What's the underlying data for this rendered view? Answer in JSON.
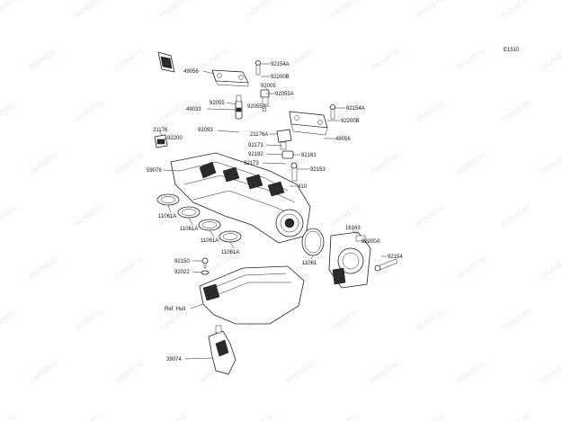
{
  "diagram": {
    "code": "E1510",
    "watermark": "motod.ru",
    "labels": [
      {
        "id": "49056-top",
        "text": "49056"
      },
      {
        "id": "92154A-top",
        "text": "92154A"
      },
      {
        "id": "92200B-top",
        "text": "92200B"
      },
      {
        "id": "92005",
        "text": "92005"
      },
      {
        "id": "92055A-a",
        "text": "92055A"
      },
      {
        "id": "92055",
        "text": "92055"
      },
      {
        "id": "49033",
        "text": "49033"
      },
      {
        "id": "92055A-b",
        "text": "92055A"
      },
      {
        "id": "92154A-right",
        "text": "92154A"
      },
      {
        "id": "92200B-right",
        "text": "92200B"
      },
      {
        "id": "49056-right",
        "text": "49056"
      },
      {
        "id": "21176",
        "text": "21176"
      },
      {
        "id": "92200",
        "text": "92200"
      },
      {
        "id": "92093",
        "text": "92093"
      },
      {
        "id": "21176A",
        "text": "21176A"
      },
      {
        "id": "92173-a",
        "text": "92173"
      },
      {
        "id": "92192",
        "text": "92192"
      },
      {
        "id": "92161",
        "text": "92161"
      },
      {
        "id": "92173-b",
        "text": "92173"
      },
      {
        "id": "92153",
        "text": "92153"
      },
      {
        "id": "59076",
        "text": "59076"
      },
      {
        "id": "410",
        "text": "410"
      },
      {
        "id": "11061A-a",
        "text": "11061A"
      },
      {
        "id": "11061A-b",
        "text": "11061A"
      },
      {
        "id": "11061A-c",
        "text": "11061A"
      },
      {
        "id": "11061A-d",
        "text": "11061A"
      },
      {
        "id": "16163",
        "text": "16163"
      },
      {
        "id": "11061",
        "text": "11061"
      },
      {
        "id": "92200A",
        "text": "92200A"
      },
      {
        "id": "92154",
        "text": "92154"
      },
      {
        "id": "92150",
        "text": "92150"
      },
      {
        "id": "92022",
        "text": "92022"
      },
      {
        "id": "ref-hull",
        "text": "Ref. Hull"
      },
      {
        "id": "39074",
        "text": "39074"
      }
    ]
  }
}
